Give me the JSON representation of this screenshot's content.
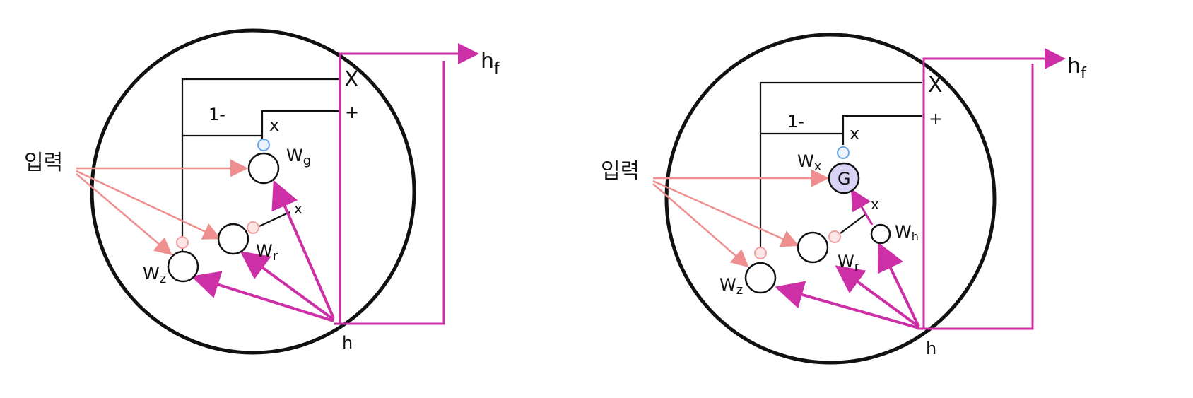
{
  "colors": {
    "outline": "#111111",
    "magenta": "#cc2fa6",
    "salmon": "#ef8e8e",
    "gate_blue": "#6aa6e8",
    "gate_pink": "#f1a0a0",
    "g_fill": "#d9d3f5"
  },
  "left": {
    "input_label": "입력",
    "w_z": "W",
    "w_z_sub": "z",
    "w_r": "W",
    "w_r_sub": "r",
    "w_g": "W",
    "w_g_sub": "g",
    "one_minus": "1-",
    "times_big": "X",
    "plus": "+",
    "times_small": "x",
    "times_small2": "x",
    "h_label": "h",
    "hf_label": "h",
    "hf_sub": "f"
  },
  "right": {
    "input_label": "입력",
    "w_z": "W",
    "w_z_sub": "z",
    "w_r": "W",
    "w_r_sub": "r",
    "w_h": "W",
    "w_h_sub": "h",
    "w_x": "W",
    "w_x_sub": "x",
    "g_label": "G",
    "one_minus": "1-",
    "times_big": "X",
    "plus": "+",
    "times_small": "x",
    "times_small2": "x",
    "h_label": "h",
    "hf_label": "h",
    "hf_sub": "f"
  }
}
